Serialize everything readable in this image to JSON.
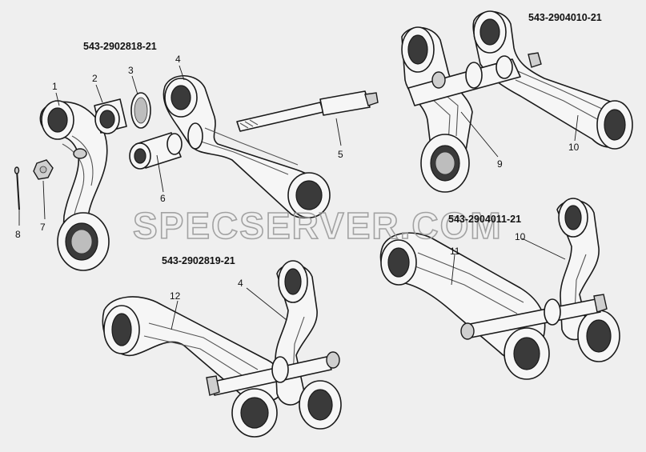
{
  "part_numbers": {
    "top_left": "543-2902818-21",
    "top_right": "543-2904010-21",
    "bottom_left": "543-2902819-21",
    "bottom_right": "543-2904011-21"
  },
  "watermark": "SPECSERVER.COM",
  "callouts": {
    "c1": "1",
    "c2": "2",
    "c3": "3",
    "c4a": "4",
    "c5": "5",
    "c6": "6",
    "c7": "7",
    "c8": "8",
    "c9": "9",
    "c10a": "10",
    "c10b": "10",
    "c11": "11",
    "c12": "12",
    "c4b": "4"
  },
  "colors": {
    "background": "#efefef",
    "line": "#1a1a1a",
    "watermark": "#9a9a9a"
  }
}
